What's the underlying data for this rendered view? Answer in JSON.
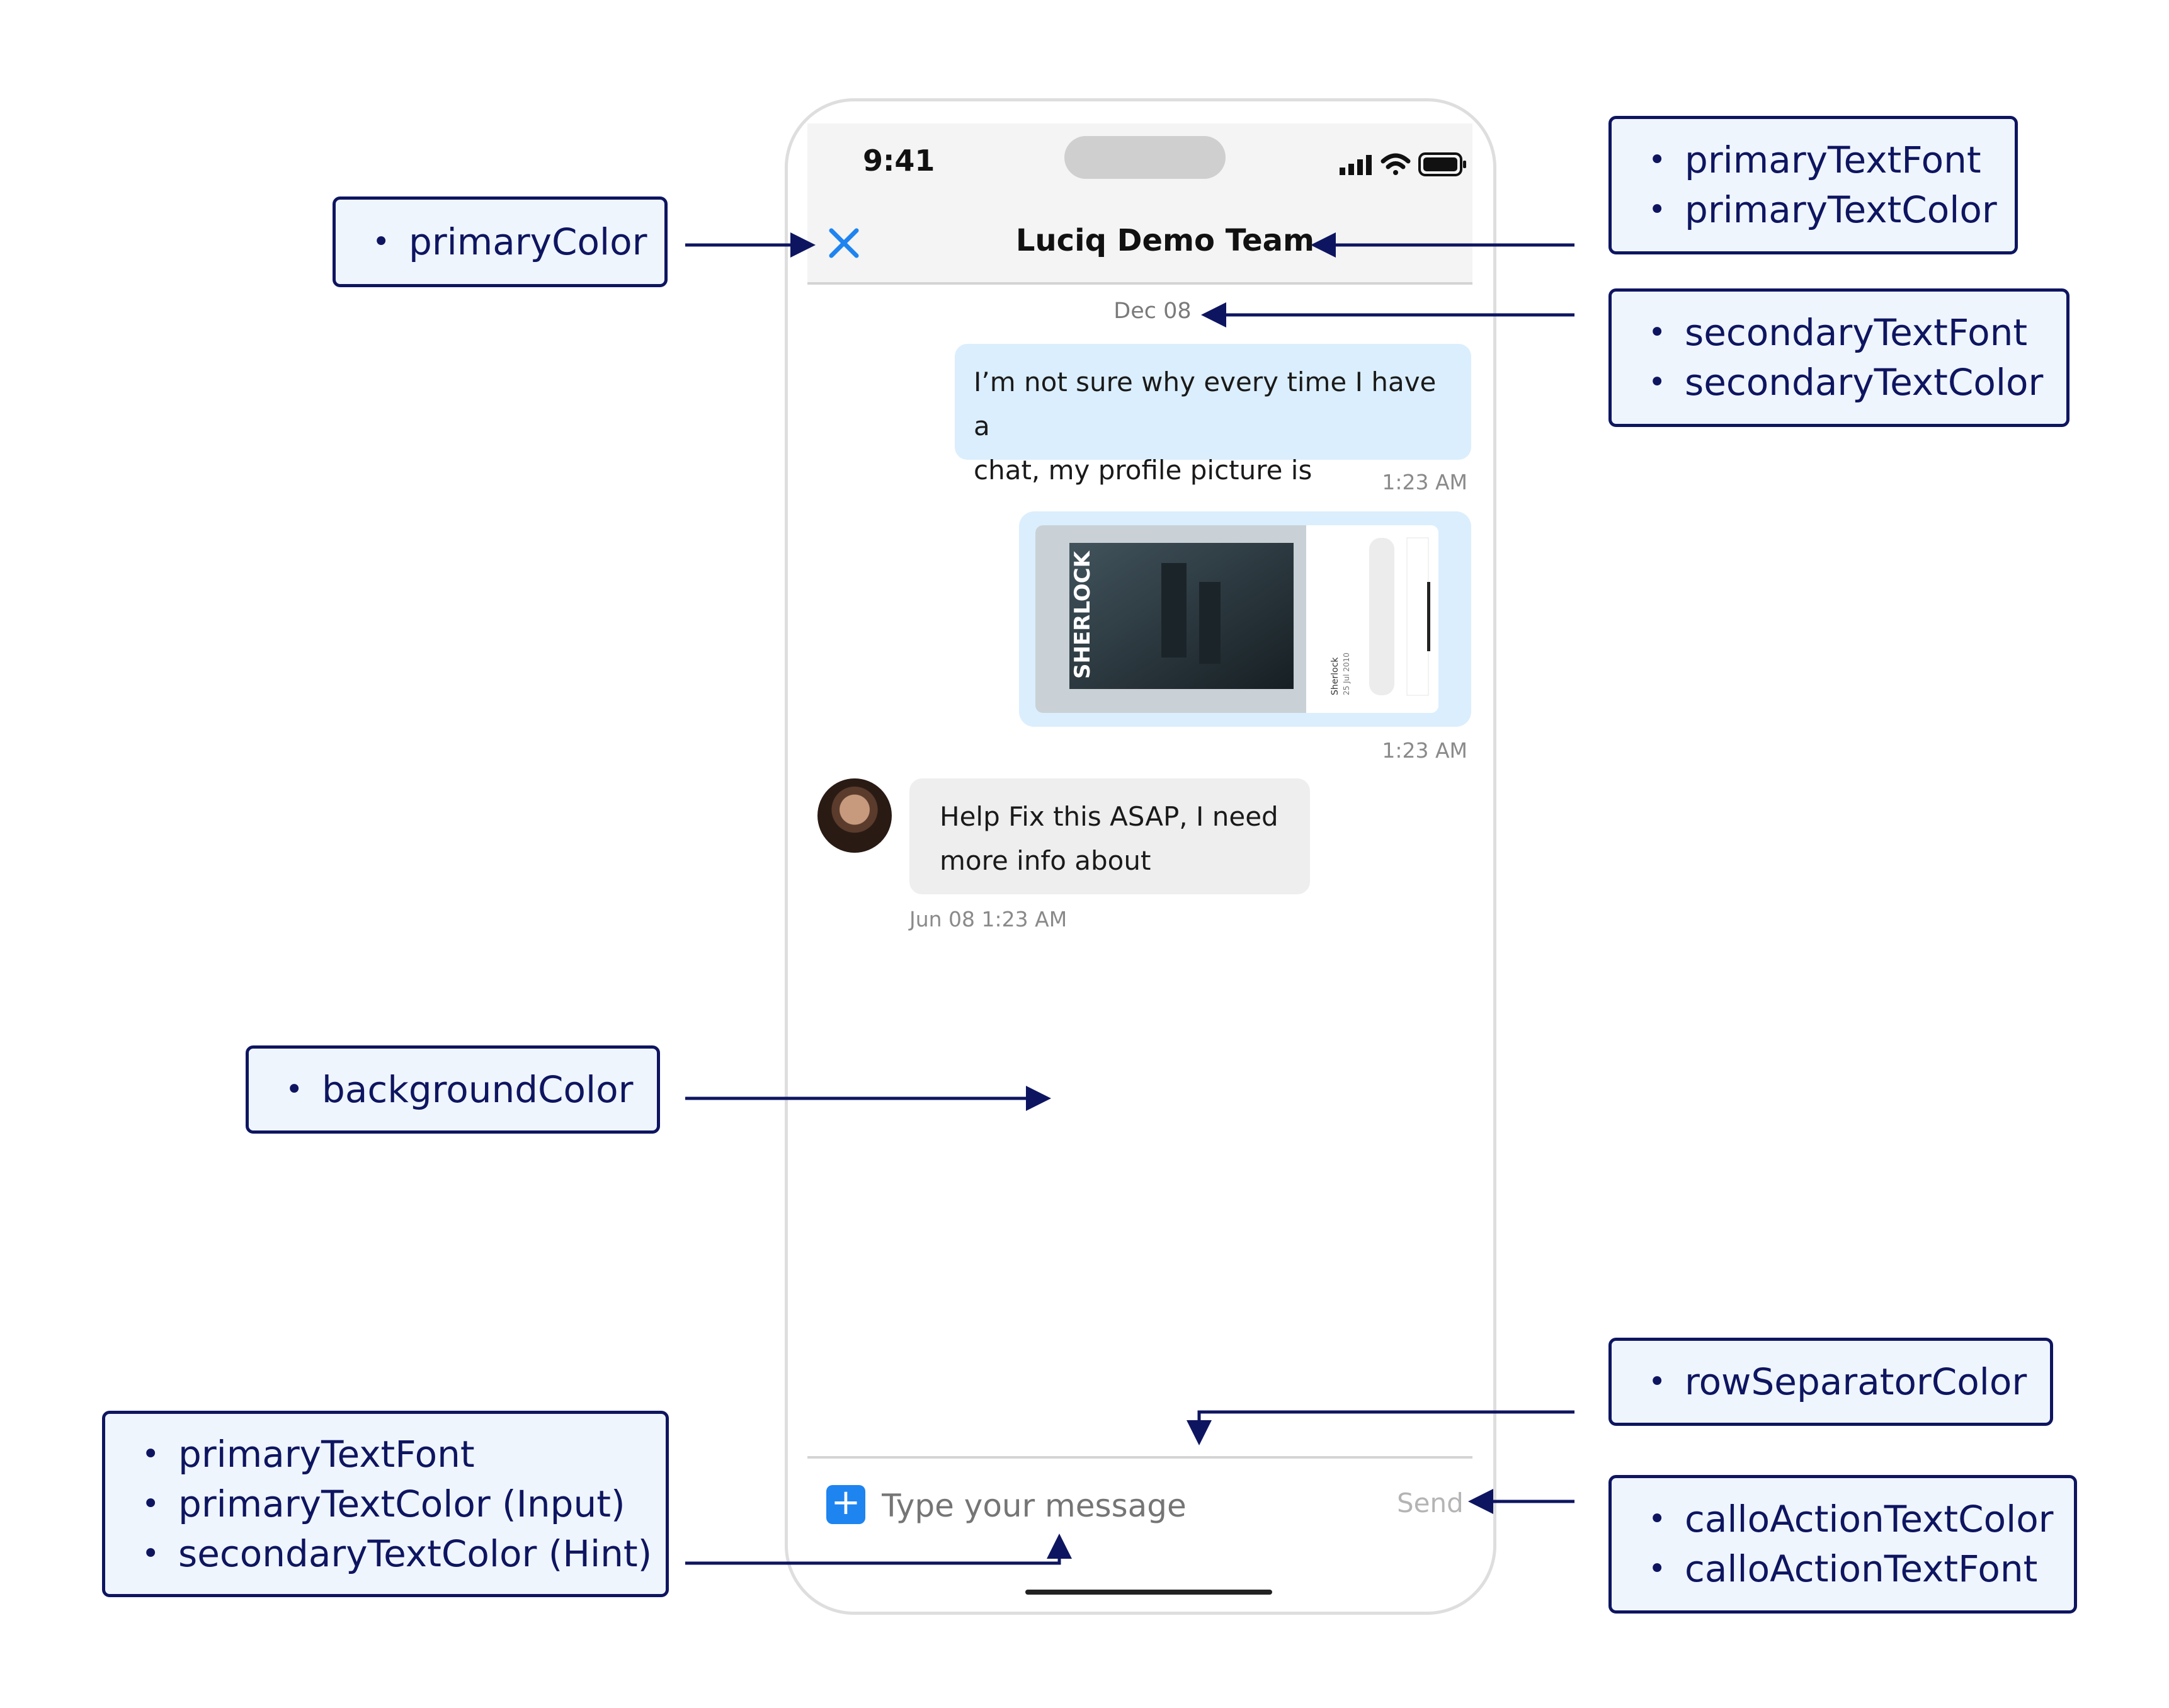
{
  "status_bar": {
    "time": "9:41"
  },
  "header": {
    "title": "Luciq Demo Team",
    "close_glyph": "✕",
    "accent_color": "#1e84f0"
  },
  "chat": {
    "date_header": "Dec 08",
    "outgoing_message": {
      "lines": [
        "I’m not sure why every time I have a",
        "chat, my profile picture is"
      ],
      "timestamp": "1:23 AM"
    },
    "image_message": {
      "poster_text": "SHERLOCK",
      "caption_title": "Sherlock",
      "caption_sub": "25 Jul 2010",
      "timestamp": "1:23 AM"
    },
    "incoming_message": {
      "lines": [
        "Help Fix this ASAP, I need",
        "more info about"
      ],
      "timestamp": "Jun 08 1:23 AM"
    }
  },
  "composer": {
    "placeholder": "Type your message",
    "send_label": "Send",
    "plus_glyph": "+"
  },
  "callouts": {
    "primary_color": [
      "primaryColor"
    ],
    "primary_text": [
      "primaryTextFont",
      "primaryTextColor"
    ],
    "secondary_text": [
      "secondaryTextFont",
      "secondaryTextColor"
    ],
    "background": [
      "backgroundColor"
    ],
    "row_separator": [
      "rowSeparatorColor"
    ],
    "input_text": [
      "primaryTextFont",
      "primaryTextColor (Input)",
      "secondaryTextColor (Hint)"
    ],
    "call_to_action": [
      "calloActionTextColor",
      "calloActionTextFont"
    ]
  },
  "colors": {
    "annotation": "#0e1560",
    "callout_fill": "#eff5fd",
    "outgoing_bubble": "#dbeefd",
    "incoming_bubble": "#eeeeee"
  }
}
